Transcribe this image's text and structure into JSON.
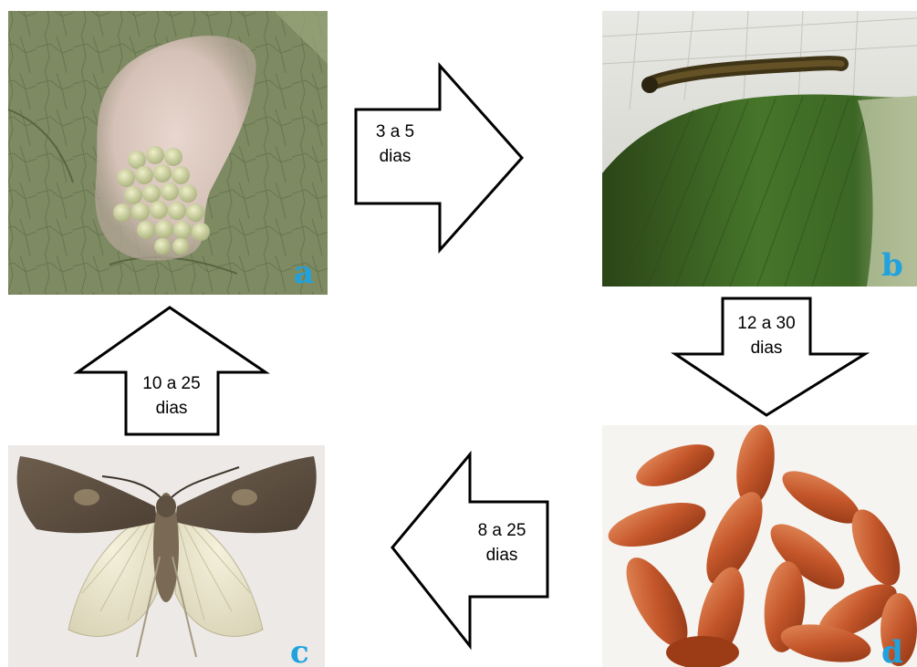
{
  "colors": {
    "label": "#1fa2dd",
    "arrow_fill": "#ffffff",
    "arrow_stroke": "#000000"
  },
  "panels": {
    "a": {
      "label": "a",
      "subject": "egg-mass-on-leaf"
    },
    "b": {
      "label": "b",
      "subject": "caterpillar-on-leaf"
    },
    "c": {
      "label": "c",
      "subject": "adult-moth"
    },
    "d": {
      "label": "d",
      "subject": "pupae"
    }
  },
  "arrows": {
    "a_to_b": {
      "line1": "3 a 5",
      "line2": "dias",
      "direction": "right"
    },
    "b_to_d": {
      "line1": "12 a 30",
      "line2": "dias",
      "direction": "down"
    },
    "d_to_c": {
      "line1": "8 a 25",
      "line2": "dias",
      "direction": "left"
    },
    "c_to_a": {
      "line1": "10 a 25",
      "line2": "dias",
      "direction": "up"
    }
  }
}
